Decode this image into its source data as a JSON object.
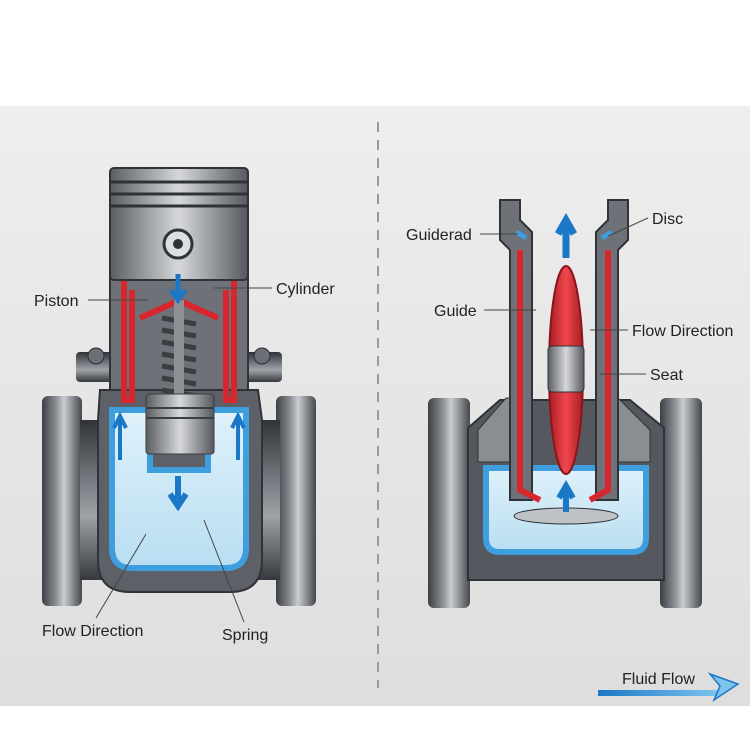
{
  "left_diagram": {
    "labels": {
      "piston": "Piston",
      "cylinder": "Cylinder",
      "flow_direction": "Flow Direction",
      "spring": "Spring"
    }
  },
  "right_diagram": {
    "labels": {
      "guiderad": "Guiderad",
      "disc": "Disc",
      "guide": "Guide",
      "flow_direction": "Flow Direction",
      "seat": "Seat"
    }
  },
  "legend": {
    "fluid_flow": "Fluid Flow"
  },
  "colors": {
    "background": "#e9e9e9",
    "metal_dark": "#4a4d52",
    "metal_light": "#b9bcc1",
    "fluid_blue": "#3f9fde",
    "fluid_light": "#cde9f7",
    "seal_red": "#d8262e",
    "arrow_blue": "#1b78c6"
  }
}
